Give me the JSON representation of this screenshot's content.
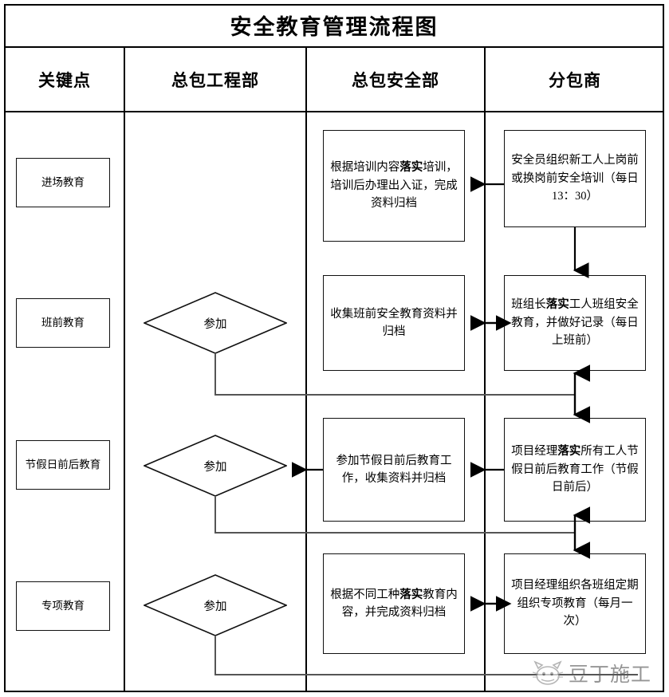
{
  "title": "安全教育管理流程图",
  "columns": [
    {
      "id": "key-point",
      "label": "关键点"
    },
    {
      "id": "gc-eng-dept",
      "label": "总包工程部"
    },
    {
      "id": "gc-saf-dept",
      "label": "总包安全部"
    },
    {
      "id": "subcontractor",
      "label": "分包商"
    }
  ],
  "rows": [
    {
      "key_point": "进场教育",
      "decision": null,
      "safety": {
        "pre": "根据培训内容",
        "bold": "落实",
        "post": "培训，培训后办理出入证，完成资料归档"
      },
      "sub": {
        "pre": "安全员组织新工人上岗前或换岗前安全培训（每日13：30）",
        "bold": "",
        "post": ""
      }
    },
    {
      "key_point": "班前教育",
      "decision": "参加",
      "safety": {
        "pre": "收集班前安全教育资料并归档",
        "bold": "",
        "post": ""
      },
      "sub": {
        "pre": "班组长",
        "bold": "落实",
        "post": "工人班组安全教育，并做好记录（每日上班前）"
      }
    },
    {
      "key_point": "节假日前后教育",
      "decision": "参加",
      "safety": {
        "pre": "参加节假日前后教育工作，收集资料并归档",
        "bold": "",
        "post": ""
      },
      "sub": {
        "pre": "项目经理",
        "bold": "落实",
        "post": "所有工人节假日前后教育工作（节假日前后）"
      }
    },
    {
      "key_point": "专项教育",
      "decision": "参加",
      "safety": {
        "pre": "根据不同工种",
        "bold": "落实",
        "post": "教育内容，并完成资料归档"
      },
      "sub": {
        "pre": "项目经理组织各班组定期组织专项教育（每月一次）",
        "bold": "",
        "post": ""
      }
    }
  ],
  "watermark": {
    "text": "豆丁施工",
    "icon": "cat-mascot-icon"
  },
  "colors": {
    "line": "#000000",
    "box_border": "#111111",
    "background": "#ffffff",
    "watermark": "#555555"
  }
}
